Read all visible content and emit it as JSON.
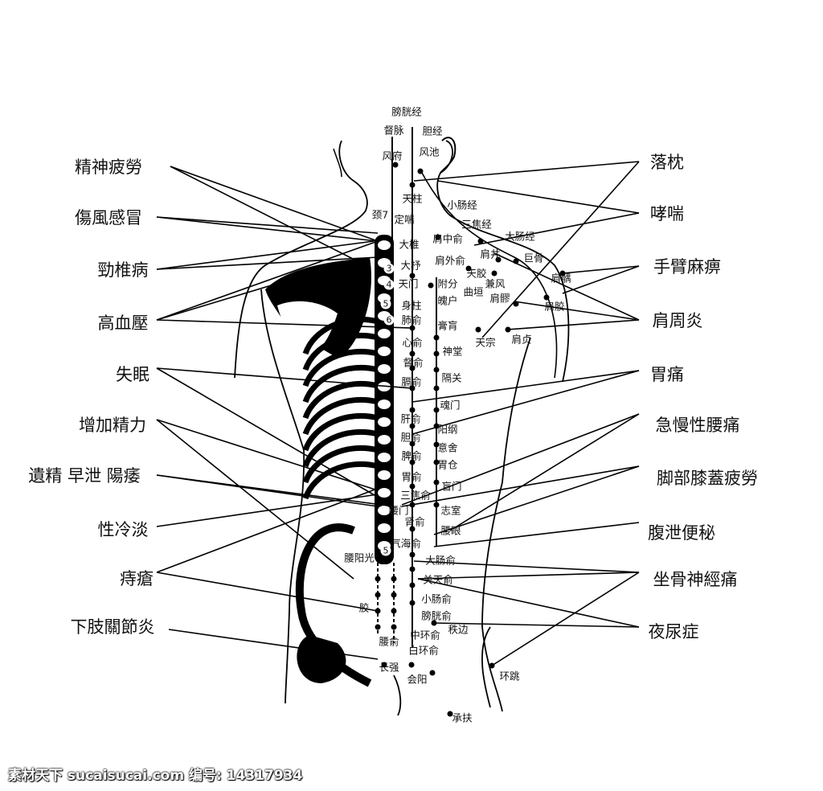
{
  "left_conditions": [
    "精神疲勞",
    "傷風感冒",
    "勁椎病",
    "高血壓",
    "失眠",
    "增加精力",
    "遺精 早泄 陽痿",
    "性冷淡",
    "痔瘡",
    "下肢關節炎"
  ],
  "right_conditions": [
    "落枕",
    "哮喘",
    "手臂麻痹",
    "肩周炎",
    "胃痛",
    "急慢性腰痛",
    "脚部膝蓋疲勞",
    "腹泄便秘",
    "坐骨神經痛",
    "夜尿症"
  ],
  "points": [
    "膀胱经",
    "督脉",
    "胆经",
    "风府",
    "风池",
    "天柱",
    "小肠经",
    "颈7",
    "定喘",
    "三焦经",
    "肩中俞",
    "大肠经",
    "大椎",
    "肩井",
    "巨骨",
    "肩外俞",
    "大杼",
    "天胶",
    "肩髃",
    "天门",
    "附分",
    "兼风",
    "曲垣",
    "魄户",
    "肩髎",
    "身柱",
    "肩胶",
    "肺俞",
    "膏肓",
    "天宗",
    "肩贞",
    "心俞",
    "神堂",
    "督俞",
    "膈俞",
    "隔关",
    "魂门",
    "肝俞",
    "阳纲",
    "胆俞",
    "意舍",
    "脾俞",
    "胃仓",
    "胃俞",
    "盲门",
    "三焦俞",
    "腰门",
    "志室",
    "肾俞",
    "腰眼",
    "气海俞",
    "大肠俞",
    "腰阳光",
    "关天俞",
    "小肠俞",
    "胶",
    "膀胱俞",
    "秩边",
    "腰俞",
    "中环俞",
    "白环俞",
    "长强",
    "会阳",
    "环跳",
    "承扶"
  ],
  "vertebra_numbers": [
    "3",
    "4",
    "5",
    "6",
    "5"
  ],
  "watermark": "素材天下 sucaisucai.com  编号: 14317934"
}
